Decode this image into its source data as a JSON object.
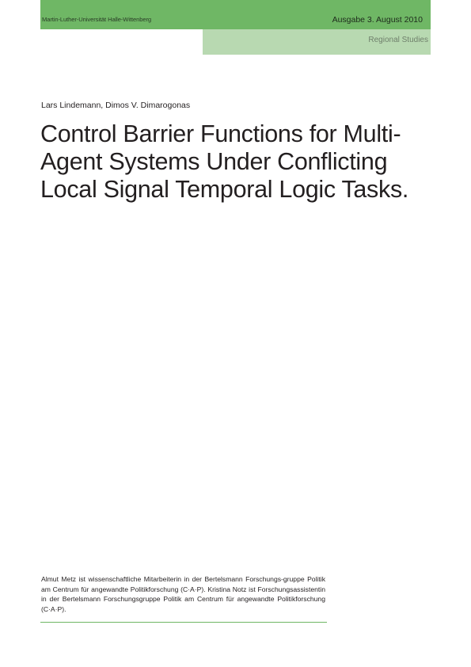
{
  "header": {
    "institution": "Martin-Luther-Universität Halle-Wittenberg",
    "issue": "Ausgabe 3. August 2010",
    "series": "Regional Studies",
    "accent_color": "#6fb765",
    "light_accent_color": "#b8d9b1"
  },
  "document": {
    "authors": "Lars Lindemann, Dimos V. Dimarogonas",
    "title": "Control Barrier Functions for Multi-Agent Systems Under Conflicting Local Signal Temporal Logic Tasks.",
    "footnote": "Almut Metz ist wissenschaftliche Mitarbeiterin in der Bertelsmann Forschungs-gruppe Politik am Centrum für angewandte Politikforschung (C·A·P). Kristina Notz ist Forschungsassistentin in der Bertelsmann Forschungsgruppe Politik am Centrum für angewandte Politikforschung (C·A·P)."
  }
}
